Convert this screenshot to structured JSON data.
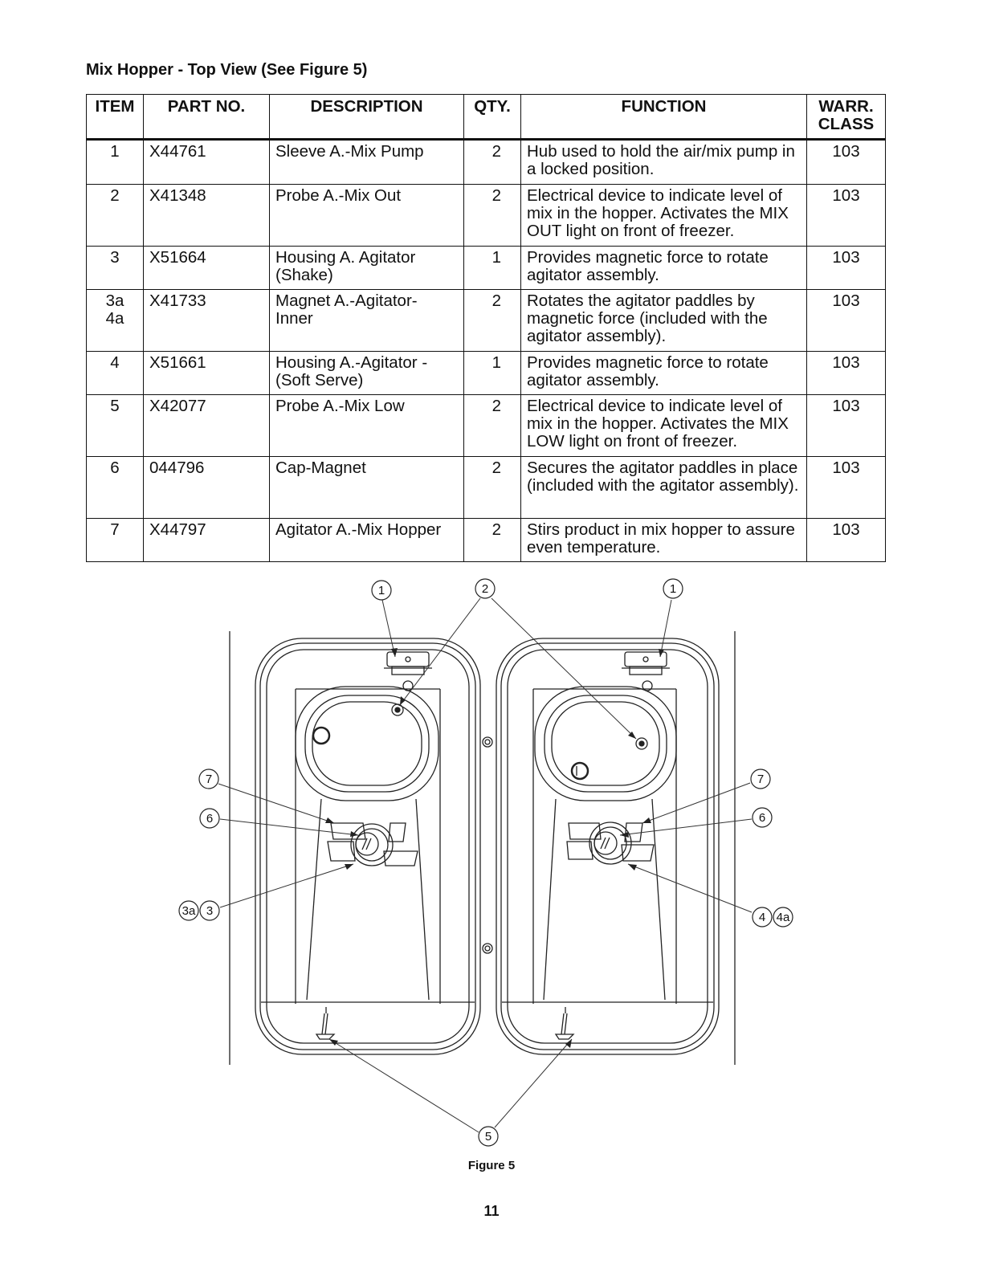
{
  "title": "Mix Hopper - Top View (See Figure 5)",
  "table": {
    "headers": [
      "ITEM",
      "PART NO.",
      "DESCRIPTION",
      "QTY.",
      "FUNCTION",
      "WARR.\nCLASS"
    ],
    "rows": [
      {
        "item": "1",
        "part": "X44761",
        "desc": "Sleeve A.-Mix Pump",
        "qty": "2",
        "func": "Hub used to hold the air/mix pump in a locked position.",
        "warr": "103"
      },
      {
        "item": "2",
        "part": "X41348",
        "desc": "Probe A.-Mix Out",
        "qty": "2",
        "func": "Electrical device to indicate level of mix in the hopper. Activates the MIX OUT light on front of freezer.",
        "warr": "103"
      },
      {
        "item": "3",
        "part": "X51664",
        "desc": "Housing A. Agitator (Shake)",
        "qty": "1",
        "func": "Provides magnetic force to rotate agitator assembly.",
        "warr": "103"
      },
      {
        "item": "3a\n4a",
        "part": "X41733",
        "desc": "Magnet A.-Agitator-\nInner",
        "qty": "2",
        "func": "Rotates the agitator paddles by magnetic force (included with the agitator assembly).",
        "warr": "103"
      },
      {
        "item": "4",
        "part": "X51661",
        "desc": "Housing A.-Agitator -\n(Soft Serve)",
        "qty": "1",
        "func": "Provides magnetic force to rotate agitator assembly.",
        "warr": "103"
      },
      {
        "item": "5",
        "part": "X42077",
        "desc": "Probe A.-Mix Low",
        "qty": "2",
        "func": "Electrical device to indicate level of mix in the hopper. Activates the MIX LOW light on front of freezer.",
        "warr": "103"
      },
      {
        "item": "6",
        "part": "044796",
        "desc": "Cap-Magnet",
        "qty": "2",
        "func": "Secures the agitator paddles in place (included with the agitator assembly).",
        "warr": "103"
      },
      {
        "item": "7",
        "part": "X44797",
        "desc": "Agitator A.-Mix Hopper",
        "qty": "2",
        "func": "Stirs product in mix hopper to assure even temperature.",
        "warr": "103"
      }
    ]
  },
  "figure": {
    "callouts": {
      "c1a": "1",
      "c2": "2",
      "c1b": "1",
      "c7l": "7",
      "c6l": "6",
      "c3a": "3a",
      "c3": "3",
      "c7r": "7",
      "c6r": "6",
      "c4": "4",
      "c4a": "4a",
      "c5": "5"
    },
    "caption": "Figure 5"
  },
  "page_number": "11"
}
